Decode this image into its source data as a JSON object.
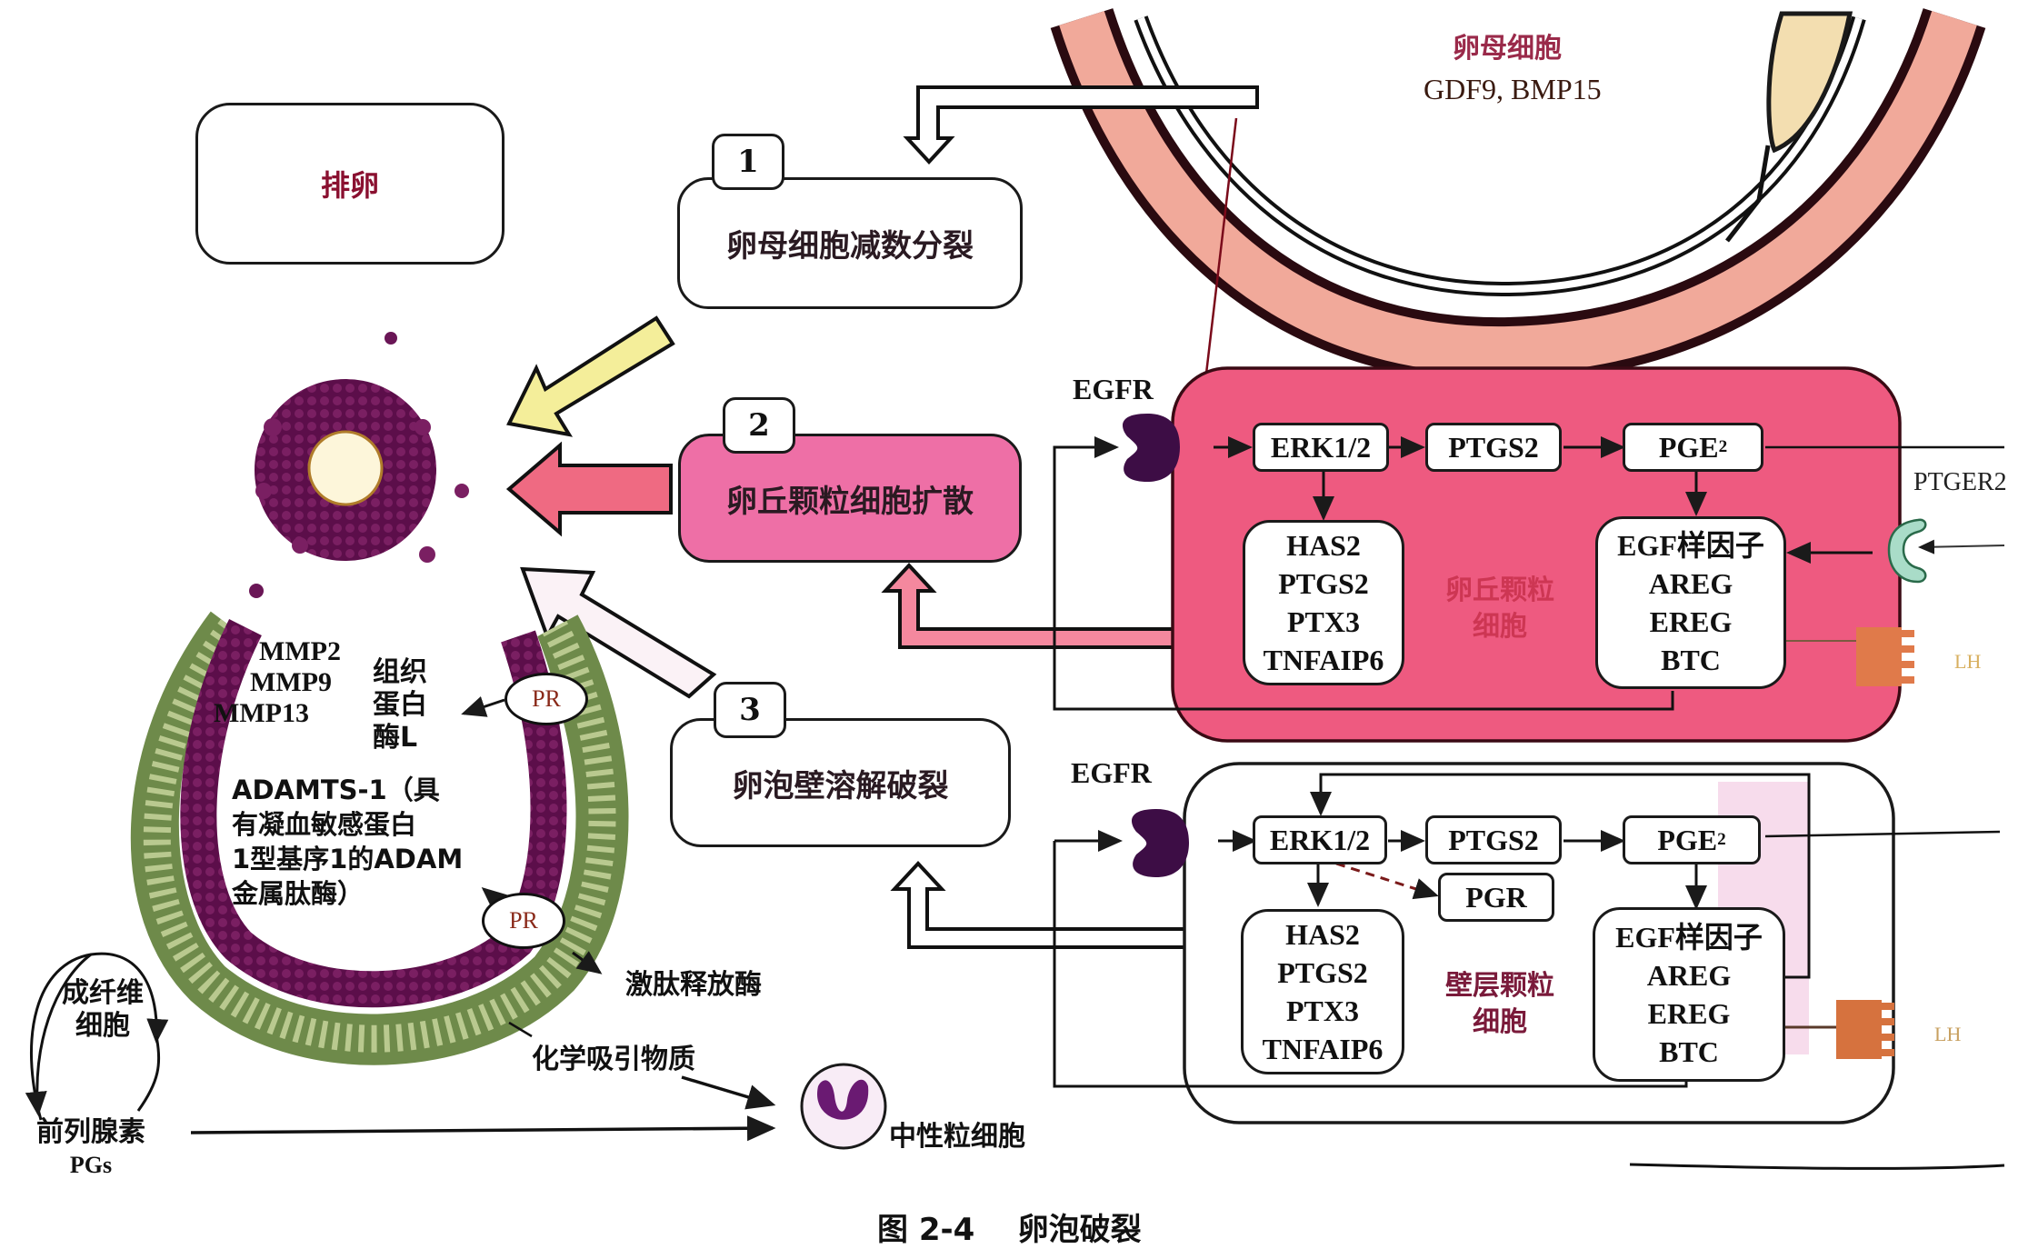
{
  "figure": {
    "caption": "图 2-4    卵泡破裂"
  },
  "steps": {
    "ovulation": "排卵",
    "step1": {
      "number": "1",
      "label": "卵母细胞减数分裂"
    },
    "step2": {
      "number": "2",
      "label": "卵丘颗粒细胞扩散"
    },
    "step3": {
      "number": "3",
      "label": "卵泡壁溶解破裂"
    }
  },
  "oocyte": {
    "title": "卵母细胞",
    "factors": "GDF9, BMP15"
  },
  "cumulus_cell": {
    "receptor": "EGFR",
    "name_line1": "卵丘颗粒",
    "name_line2": "细胞",
    "erk": "ERK1/2",
    "ptgs2": "PTGS2",
    "pge2_base": "PGE",
    "pge2_sub": "2",
    "targets": [
      "HAS2",
      "PTGS2",
      "PTX3",
      "TNFAIP6"
    ],
    "egf_like": [
      "EGF样因子",
      "AREG",
      "EREG",
      "BTC"
    ],
    "ptger2": "PTGER2",
    "lh": "LH"
  },
  "mural_cell": {
    "receptor": "EGFR",
    "name_line1": "壁层颗粒",
    "name_line2": "细胞",
    "erk": "ERK1/2",
    "ptgs2": "PTGS2",
    "pgr": "PGR",
    "pge2_base": "PGE",
    "pge2_sub": "2",
    "targets": [
      "HAS2",
      "PTGS2",
      "PTX3",
      "TNFAIP6"
    ],
    "egf_like": [
      "EGF样因子",
      "AREG",
      "EREG",
      "BTC"
    ],
    "lh": "LH"
  },
  "follicle_wall": {
    "mmps": [
      "MMP2",
      "MMP9",
      "MMP13"
    ],
    "cathepsin": [
      "组织",
      "蛋白",
      "酶L"
    ],
    "adamts": [
      "ADAMTS-1（具",
      "有凝血敏感蛋白",
      "1型基序1的ADAM",
      "金属肽酶）"
    ],
    "pr_label": "PR",
    "kinin": "激肽释放酶",
    "chemo": "化学吸引物质",
    "fibroblast": [
      "成纤维",
      "细胞"
    ],
    "prostaglandin": [
      "前列腺素",
      "PGs"
    ],
    "neutrophil": "中性粒细胞"
  },
  "colors": {
    "cumulus_pink": "#ee5a80",
    "step2_pink": "#ee6fa6",
    "arrow_yellow": "#f4ee9a",
    "arrow_red": "#ef6a82",
    "granulosa_purple": "#5c0e4a",
    "theca_green": "#6e8a4a",
    "oocyte_wall": "#f1a99a",
    "receptor_purple": "#3d0d45",
    "ptger2_green": "#a9dcc8",
    "lh_orange": "#e07a4a"
  }
}
